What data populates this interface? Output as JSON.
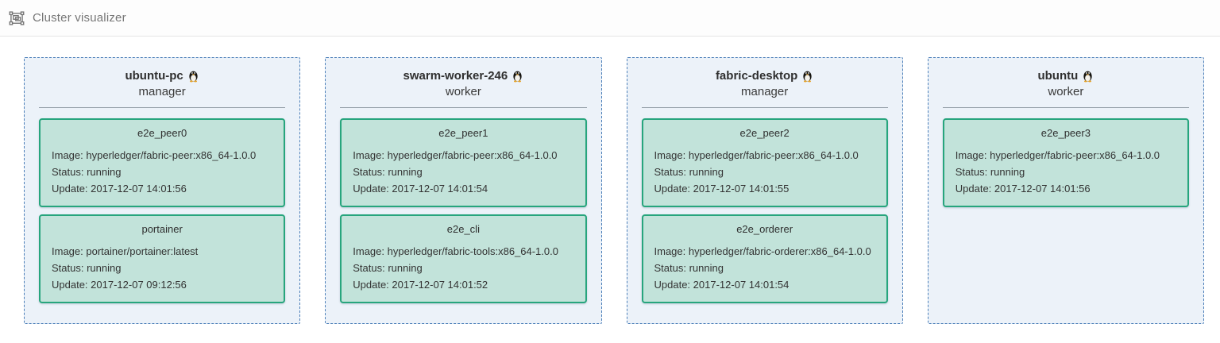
{
  "header": {
    "title": "Cluster visualizer"
  },
  "labels": {
    "image": "Image:",
    "status": "Status:",
    "update": "Update:"
  },
  "colors": {
    "node_border": "#4d80b9",
    "node_background": "#ecf2f9",
    "task_border": "#27a57d",
    "task_background": "#c2e3da",
    "header_text": "#767676"
  },
  "icons": {
    "header": "object-group-icon",
    "node_os": "linux-penguin-icon"
  },
  "nodes": [
    {
      "name": "ubuntu-pc",
      "role": "manager",
      "tasks": [
        {
          "name": "e2e_peer0",
          "image": "hyperledger/fabric-peer:x86_64-1.0.0",
          "status": "running",
          "update": "2017-12-07 14:01:56"
        },
        {
          "name": "portainer",
          "image": "portainer/portainer:latest",
          "status": "running",
          "update": "2017-12-07 09:12:56"
        }
      ]
    },
    {
      "name": "swarm-worker-246",
      "role": "worker",
      "tasks": [
        {
          "name": "e2e_peer1",
          "image": "hyperledger/fabric-peer:x86_64-1.0.0",
          "status": "running",
          "update": "2017-12-07 14:01:54"
        },
        {
          "name": "e2e_cli",
          "image": "hyperledger/fabric-tools:x86_64-1.0.0",
          "status": "running",
          "update": "2017-12-07 14:01:52"
        }
      ]
    },
    {
      "name": "fabric-desktop",
      "role": "manager",
      "tasks": [
        {
          "name": "e2e_peer2",
          "image": "hyperledger/fabric-peer:x86_64-1.0.0",
          "status": "running",
          "update": "2017-12-07 14:01:55"
        },
        {
          "name": "e2e_orderer",
          "image": "hyperledger/fabric-orderer:x86_64-1.0.0",
          "status": "running",
          "update": "2017-12-07 14:01:54"
        }
      ]
    },
    {
      "name": "ubuntu",
      "role": "worker",
      "tasks": [
        {
          "name": "e2e_peer3",
          "image": "hyperledger/fabric-peer:x86_64-1.0.0",
          "status": "running",
          "update": "2017-12-07 14:01:56"
        }
      ]
    }
  ]
}
